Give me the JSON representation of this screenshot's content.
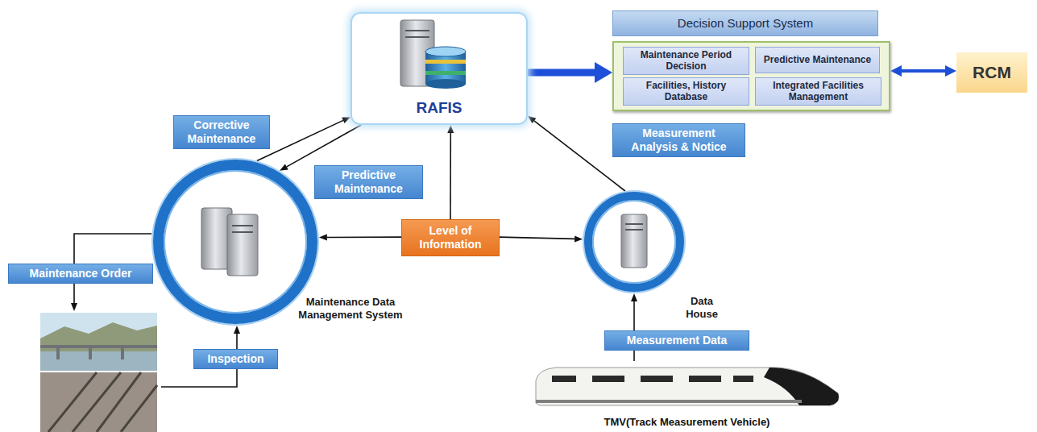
{
  "diagram": {
    "nodes": [
      {
        "text": [
          "RAFIS"
        ]
      },
      {
        "text": [
          "Decision Support System"
        ]
      },
      {
        "text": [
          "Maintenance Period Decision"
        ],
        "in": 1
      },
      {
        "text": [
          "Predictive Maintenance"
        ],
        "in": 1
      },
      {
        "text": [
          "Facilities, History Database"
        ],
        "in": 1
      },
      {
        "text": [
          "Integrated Facilities Management"
        ],
        "in": 1
      },
      {
        "text": [
          "RCM"
        ]
      },
      {
        "text": [
          "Maintenance Data Management System"
        ]
      },
      {
        "text": [
          "Level of Information"
        ]
      },
      {
        "text": [
          "Data House"
        ]
      },
      {
        "text": [
          "TMV(Track Measurement Vehicle)"
        ]
      }
    ],
    "edges": [
      {
        "from": 0,
        "to": 1,
        "arrow": "to"
      },
      {
        "from": 1,
        "to": 6,
        "arrow": "both"
      },
      {
        "from": 7,
        "to": 0,
        "label": "Corrective Maintenance",
        "arrow": "to"
      },
      {
        "from": 0,
        "to": 7,
        "label": "Predictive Maintenance",
        "arrow": "to"
      },
      {
        "from": 9,
        "to": 0,
        "label": "Measurement Analysis & Notice",
        "arrow": "to"
      },
      {
        "from": 8,
        "to": 7,
        "arrow": "to"
      },
      {
        "from": 8,
        "to": 9,
        "arrow": "to"
      },
      {
        "from": 8,
        "to": 0,
        "arrow": "to"
      },
      {
        "from": 10,
        "to": 9,
        "label": "Measurement Data",
        "arrow": "to"
      }
    ],
    "labels": [
      "Maintenance Order",
      "Inspection"
    ]
  }
}
